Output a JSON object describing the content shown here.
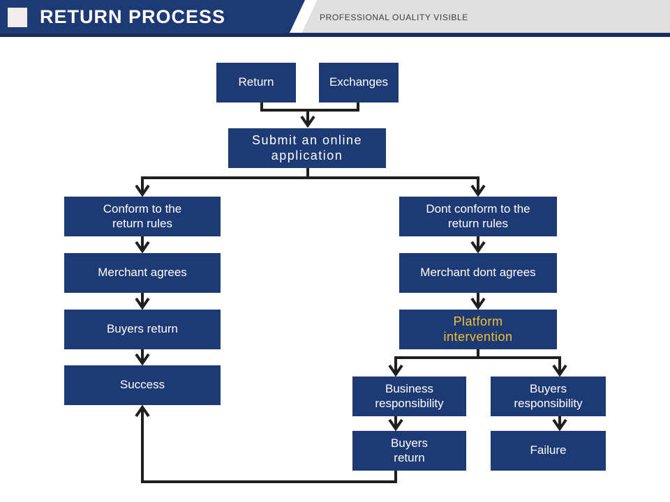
{
  "header": {
    "title": "RETURN PROCESS",
    "tagline": "PROFESSIONAL OUALITY VISIBLE"
  },
  "colors": {
    "navy": "#1e3a74",
    "navy_dark_strip": "#1a2c55",
    "panel_gray": "#e0e0e1",
    "accent_yellow": "#f0c233",
    "connector_dark": "#1f1f1f",
    "square_icon": "#f3ecec",
    "box_text": "#ffffff"
  },
  "flowchart": {
    "nodes": [
      {
        "id": "return",
        "label": "Return"
      },
      {
        "id": "exchanges",
        "label": "Exchanges"
      },
      {
        "id": "submit",
        "label": "Submit an online\napplication"
      },
      {
        "id": "conform",
        "label": "Conform to the\nreturn rules"
      },
      {
        "id": "dont-conform",
        "label": "Dont conform to the\nreturn rules"
      },
      {
        "id": "merchant-agrees",
        "label": "Merchant agrees"
      },
      {
        "id": "merchant-dont-agrees",
        "label": "Merchant dont agrees"
      },
      {
        "id": "buyers-return",
        "label": "Buyers return"
      },
      {
        "id": "platform-intervention",
        "label": "Platform\nintervention"
      },
      {
        "id": "success",
        "label": "Success"
      },
      {
        "id": "business-responsibility",
        "label": "Business\nresponsibility"
      },
      {
        "id": "buyers-responsibility",
        "label": "Buyers\nresponsibility"
      },
      {
        "id": "buyers-return-2",
        "label": "Buyers\nreturn"
      },
      {
        "id": "failure",
        "label": "Failure"
      }
    ]
  }
}
